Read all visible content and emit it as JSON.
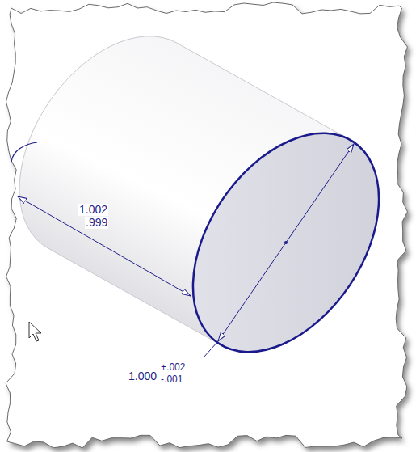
{
  "diagram": {
    "labels": [
      "1.002",
      ".999",
      "1.000",
      "+.002",
      "-.001"
    ]
  }
}
